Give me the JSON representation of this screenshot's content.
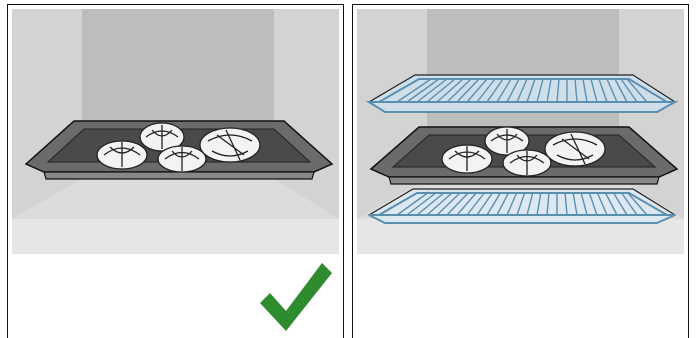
{
  "panels": [
    {
      "id": "left",
      "content": "single-tray-in-oven",
      "tray_count": 1,
      "rack_count": 0,
      "marked_correct": true
    },
    {
      "id": "right",
      "content": "tray-between-two-wire-racks",
      "tray_count": 1,
      "rack_count": 2,
      "marked_correct": false
    }
  ],
  "icons": {
    "checkmark": "checkmark-icon",
    "tray": "baking-tray-icon",
    "rack": "wire-rack-icon",
    "pastry": "bread-roll-icon"
  },
  "colors": {
    "oven_back": "#bdbdbd",
    "oven_side": "#d6d6d6",
    "oven_floor": "#e6e6e6",
    "tray": "#6b6b6b",
    "tray_inner": "#4a4a4a",
    "rack": "#5b8fb0",
    "checkmark": "#2e8b2e",
    "outline": "#111111"
  }
}
